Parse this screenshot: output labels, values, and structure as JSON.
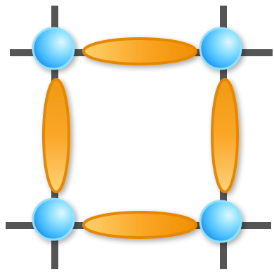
{
  "diagram": {
    "nodes": [
      {
        "id": "top-left"
      },
      {
        "id": "top-right"
      },
      {
        "id": "bottom-left"
      },
      {
        "id": "bottom-right"
      }
    ],
    "bonds": [
      {
        "id": "top",
        "from": "top-left",
        "to": "top-right",
        "orientation": "horizontal"
      },
      {
        "id": "left",
        "from": "top-left",
        "to": "bottom-left",
        "orientation": "vertical"
      },
      {
        "id": "right",
        "from": "top-right",
        "to": "bottom-right",
        "orientation": "vertical"
      },
      {
        "id": "bottom",
        "from": "bottom-left",
        "to": "bottom-right",
        "orientation": "horizontal"
      }
    ],
    "colors": {
      "node_fill": "#55c8ff",
      "node_highlight": "#d8f5ff",
      "node_shadow_edge": "#1f8fe0",
      "bond_fill": "#f39a14",
      "bond_highlight": "#ffd27a",
      "bond_edge": "#e37f00",
      "lattice_lines": "#555555",
      "background": "#ffffff"
    }
  }
}
